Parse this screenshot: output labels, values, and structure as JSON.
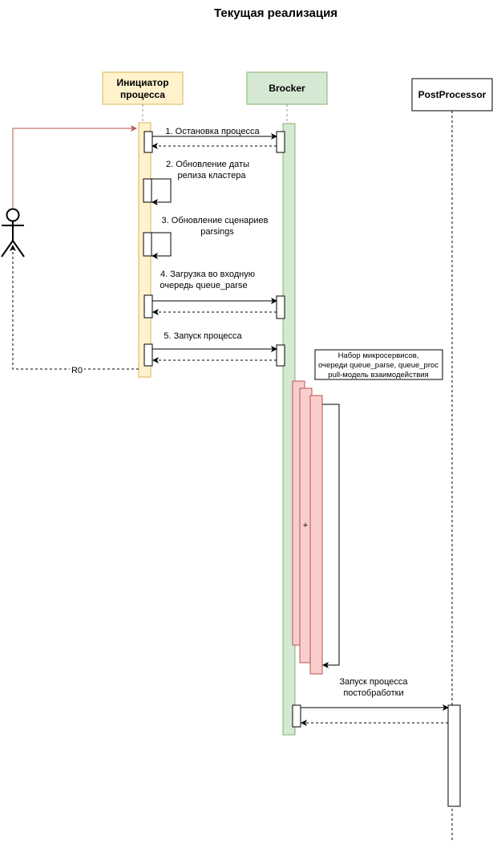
{
  "title": "Текущая реализация",
  "participants": {
    "initiator": {
      "label_lines": [
        "Инициатор",
        "процесса"
      ],
      "fill": "#fff2cc",
      "stroke": "#d6b656"
    },
    "broker": {
      "label_lines": [
        "Brocker"
      ],
      "fill": "#d5e8d4",
      "stroke": "#82b366"
    },
    "postprocessor": {
      "label_lines": [
        "PostProcessor"
      ],
      "fill": "#ffffff",
      "stroke": "#000000"
    }
  },
  "messages": {
    "m1": "1. Остановка процесса",
    "m2": [
      "2. Обновление даты",
      "релиза кластера"
    ],
    "m3": [
      "3. Обновление сценариев",
      "parsings"
    ],
    "m4": [
      "4. Загрузка во входную",
      "очередь queue_parse"
    ],
    "m5": "5. Запуск процесса",
    "return_label": "R0",
    "post": [
      "Запуск процесса",
      "постобработки"
    ]
  },
  "note": [
    "Набор микросервисов,",
    "очереди queue_parse, queue_proc",
    "pull-модель взаимодействия"
  ],
  "microservices_plus": "+",
  "colors": {
    "actor_arrow": "#b85450",
    "microservice_fill": "#f8cecc",
    "microservice_stroke": "#b85450",
    "lifeline": "#000000"
  }
}
